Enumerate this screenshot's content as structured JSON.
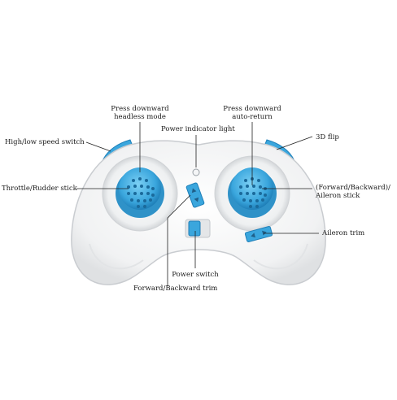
{
  "labels": {
    "headless_mode": "Press downward\nheadless mode",
    "auto_return": "Press downward\nauto-return",
    "power_indicator": "Power indicator light",
    "speed_switch": "High/low speed switch",
    "flip_3d": "3D flip",
    "throttle_rudder": "Throttle/Rudder stick",
    "aileron_stick": "(Forward/Backward)/\nAileron stick",
    "aileron_trim": "Aileron trim",
    "power_switch": "Power switch",
    "fb_trim": "Forward/Backward trim"
  },
  "colors": {
    "accent": "#3aa6dd",
    "accent_dark": "#1f7fb8",
    "body": "#f4f5f6",
    "line": "#222222"
  }
}
